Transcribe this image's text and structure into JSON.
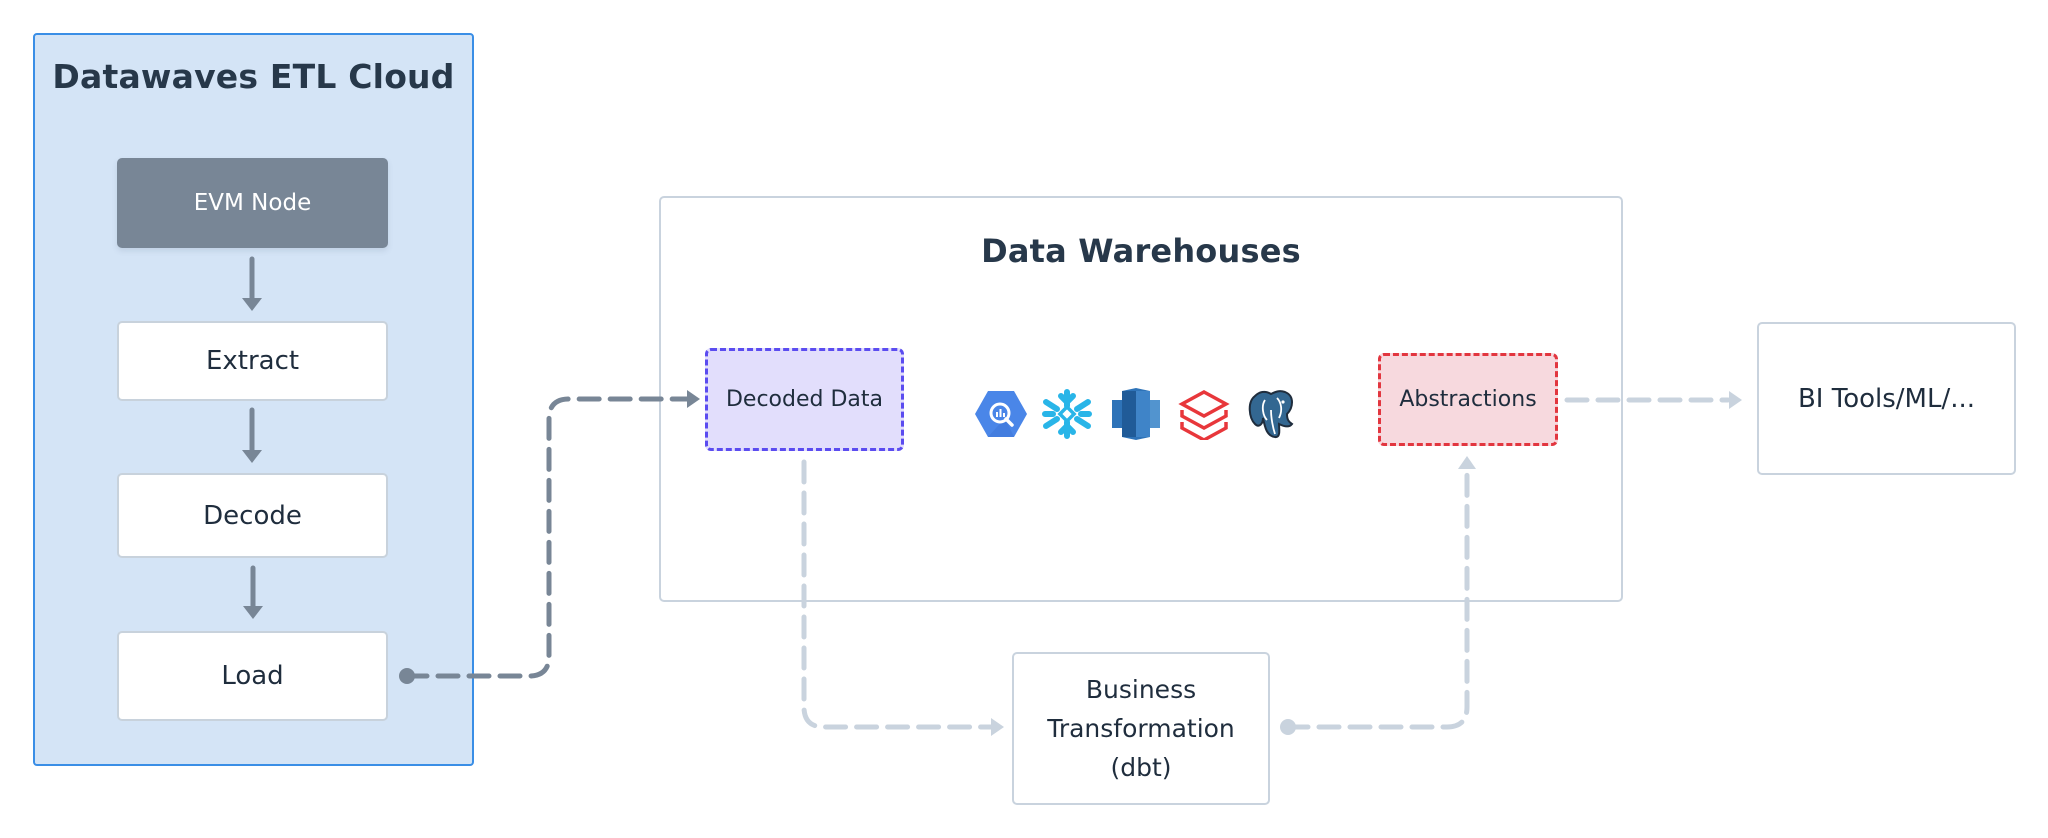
{
  "etl_panel": {
    "title": "Datawaves ETL Cloud",
    "steps": [
      {
        "label": "EVM Node"
      },
      {
        "label": "Extract"
      },
      {
        "label": "Decode"
      },
      {
        "label": "Load"
      }
    ]
  },
  "warehouse": {
    "title": "Data Warehouses",
    "decoded_label": "Decoded Data",
    "abstractions_label": "Abstractions",
    "icons": [
      "bigquery-icon",
      "snowflake-icon",
      "redshift-icon",
      "databricks-icon",
      "postgresql-icon"
    ]
  },
  "business": {
    "lines": [
      "Business",
      "Transformation",
      "(dbt)"
    ]
  },
  "output": {
    "label": "BI Tools/ML/..."
  },
  "colors": {
    "panel_bg": "#d4e4f6",
    "panel_border": "#3a8ee6",
    "evm_node": "#788696",
    "decoded_border": "#5b4cf0",
    "decoded_bg": "#e2defc",
    "abstractions_border": "#e2363f",
    "abstractions_bg": "#f7d9de",
    "connector_dark": "#788696",
    "connector_light": "#c9d3de"
  }
}
